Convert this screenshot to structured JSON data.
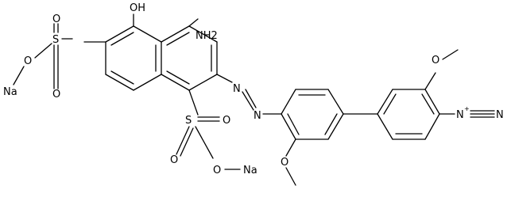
{
  "labels": {
    "hydroxyl": "OH",
    "amino": "NH2",
    "sulfonate_o_left": "O",
    "sulfonate_s_left": "S",
    "sulfonate_o_left_top": "O",
    "sulfonate_o_left_bottom": "O",
    "sodium_left": "Na",
    "azo_n1": "N",
    "azo_n2": "N",
    "sulfonate_s_bottom": "S",
    "sulfonate_o_bottom_top": "O",
    "sulfonate_o_bottom_left": "O",
    "sulfonate_o_bottom_chain": "O",
    "sodium_bottom": "Na",
    "methoxy_o_bottom": "O",
    "methoxy_o_top": "O",
    "diazonium": "N",
    "diazonium_charge": "+",
    "diazonium_terminal": "N"
  },
  "colors": {
    "bond": "#000000",
    "text": "#000000",
    "background": "#ffffff"
  }
}
